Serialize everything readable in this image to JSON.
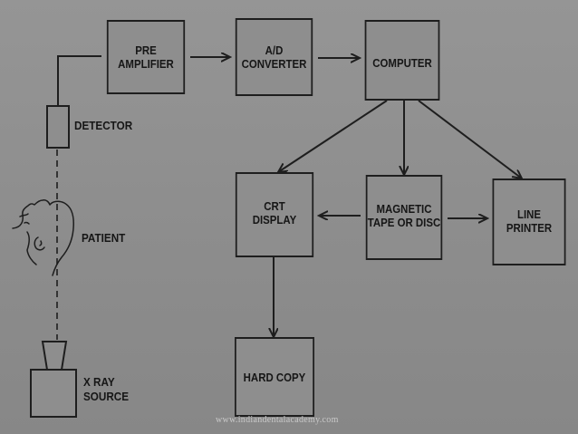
{
  "boxes": {
    "pre_amplifier": [
      "PRE",
      "AMPLIFIER"
    ],
    "ad_converter": [
      "A/D",
      "CONVERTER"
    ],
    "computer": [
      "COMPUTER"
    ],
    "crt_display": [
      "CRT",
      "DISPLAY"
    ],
    "magnetic_tape": [
      "MAGNETIC",
      "TAPE OR DISC"
    ],
    "line_printer": [
      "LINE",
      "PRINTER"
    ],
    "hard_copy": [
      "HARD COPY"
    ]
  },
  "labels": {
    "detector": "DETECTOR",
    "patient": "PATIENT",
    "xray_source": [
      "X RAY",
      "SOURCE"
    ]
  },
  "watermark": "www.indiandentalacademy.com",
  "colors": {
    "background": "#8f8f8f",
    "ink": "#1e1e1e",
    "watermark": "#c9c9c9"
  }
}
